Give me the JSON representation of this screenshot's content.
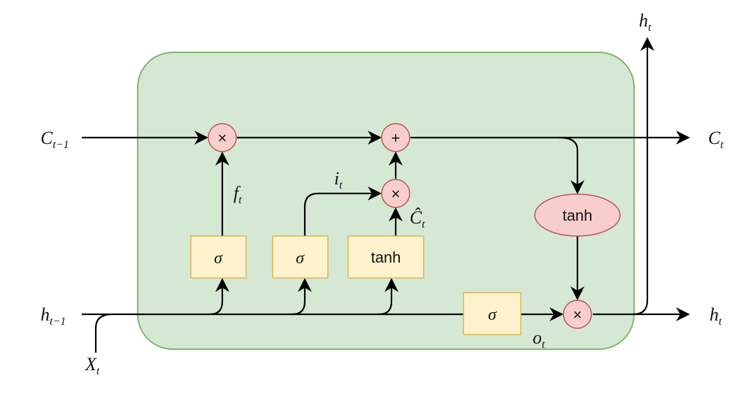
{
  "inputs": {
    "c_prev": {
      "base": "C",
      "sub": "t−1"
    },
    "h_prev": {
      "base": "h",
      "sub": "t−1"
    },
    "x": {
      "base": "X",
      "sub": "t"
    }
  },
  "outputs": {
    "c": {
      "base": "C",
      "sub": "t"
    },
    "h_right": {
      "base": "h",
      "sub": "t"
    },
    "h_top": {
      "base": "h",
      "sub": "t"
    }
  },
  "gates": {
    "forget": {
      "symbol": "σ",
      "label_base": "f",
      "label_sub": "t"
    },
    "input": {
      "symbol": "σ",
      "label_base": "i",
      "label_sub": "t"
    },
    "candidate": {
      "symbol": "tanh",
      "label_base": "Ĉ",
      "label_sub": "t"
    },
    "output": {
      "symbol": "σ",
      "label_base": "o",
      "label_sub": "t"
    }
  },
  "operations": {
    "forget_multiply": "×",
    "cell_add": "+",
    "input_multiply": "×",
    "output_multiply": "×",
    "cell_tanh": "tanh"
  },
  "colors": {
    "cell_fill": "#d5e8d4",
    "cell_stroke": "#82b366",
    "op_fill": "#f8cecc",
    "op_stroke": "#b85450",
    "gate_fill": "#fff2cc",
    "gate_stroke": "#d6b656"
  }
}
